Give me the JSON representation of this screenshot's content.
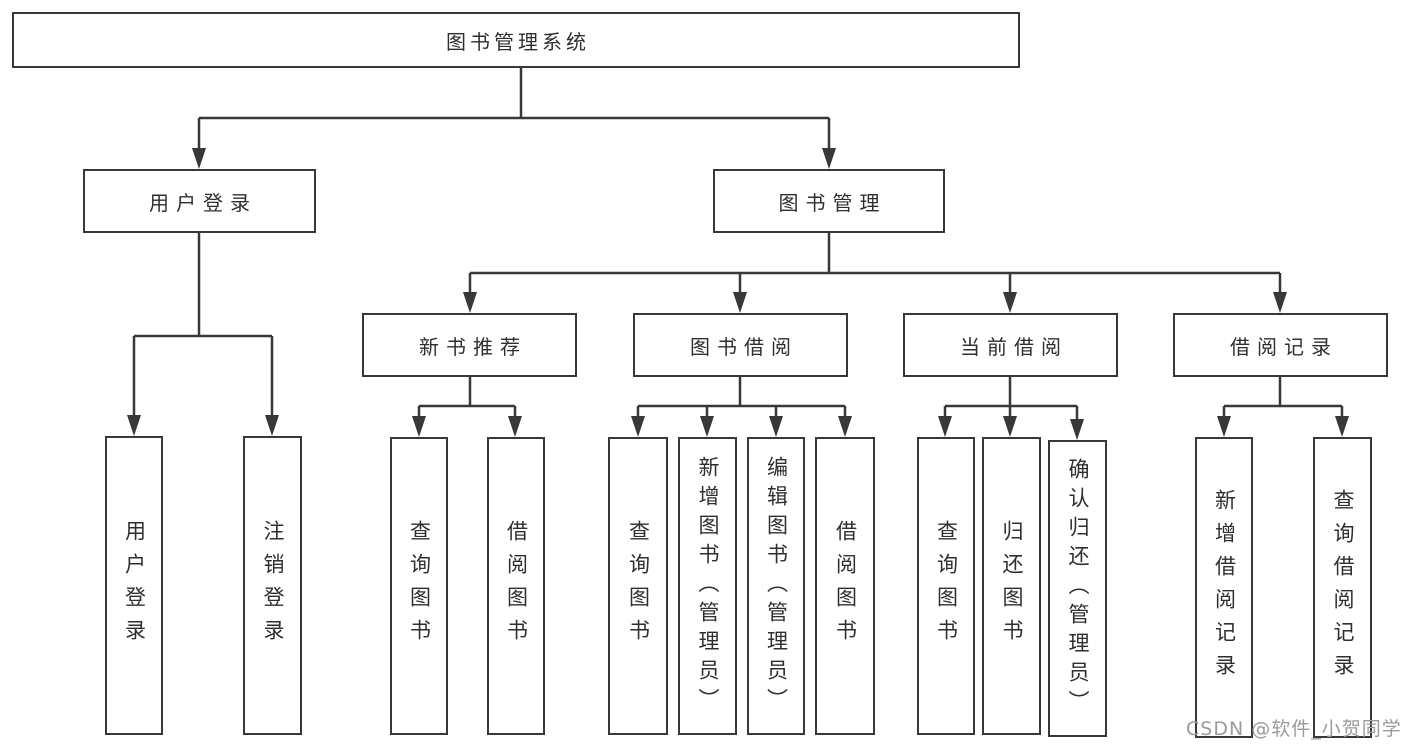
{
  "diagram": {
    "root": {
      "label": "图书管理系统"
    },
    "level2": [
      {
        "label": "用户登录"
      },
      {
        "label": "图书管理"
      }
    ],
    "login_children": [
      {
        "label": "用户登录"
      },
      {
        "label": "注销登录"
      }
    ],
    "mgmt_groups": [
      {
        "label": "新书推荐",
        "children": [
          {
            "label": "查询图书"
          },
          {
            "label": "借阅图书"
          }
        ]
      },
      {
        "label": "图书借阅",
        "children": [
          {
            "label": "查询图书"
          },
          {
            "label": "新增图书（管理员）"
          },
          {
            "label": "编辑图书（管理员）"
          },
          {
            "label": "借阅图书"
          }
        ]
      },
      {
        "label": "当前借阅",
        "children": [
          {
            "label": "查询图书"
          },
          {
            "label": "归还图书"
          },
          {
            "label": "确认归还（管理员）"
          }
        ]
      },
      {
        "label": "借阅记录",
        "children": [
          {
            "label": "新增借阅记录"
          },
          {
            "label": "查询借阅记录"
          }
        ]
      }
    ]
  },
  "watermark": {
    "text": "CSDN @软件_小贺同学"
  },
  "colors": {
    "line": "#383838",
    "text": "#2f2f2f",
    "watermark": "#9b9b9b",
    "background": "#ffffff"
  }
}
